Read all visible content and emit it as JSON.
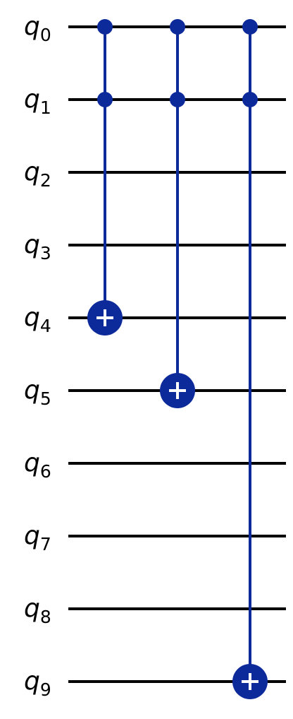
{
  "circuit": {
    "qubits": [
      {
        "letter": "q",
        "index": "0"
      },
      {
        "letter": "q",
        "index": "1"
      },
      {
        "letter": "q",
        "index": "2"
      },
      {
        "letter": "q",
        "index": "3"
      },
      {
        "letter": "q",
        "index": "4"
      },
      {
        "letter": "q",
        "index": "5"
      },
      {
        "letter": "q",
        "index": "6"
      },
      {
        "letter": "q",
        "index": "7"
      },
      {
        "letter": "q",
        "index": "8"
      },
      {
        "letter": "q",
        "index": "9"
      }
    ],
    "gates": [
      {
        "type": "ccx",
        "controls": [
          0,
          1
        ],
        "target": 4
      },
      {
        "type": "ccx",
        "controls": [
          0,
          1
        ],
        "target": 5
      },
      {
        "type": "ccx",
        "controls": [
          0,
          1
        ],
        "target": 9
      }
    ],
    "gate_color": "#0d2a9a",
    "wire_color": "#000000",
    "target_symbol_color": "#ffffff"
  }
}
